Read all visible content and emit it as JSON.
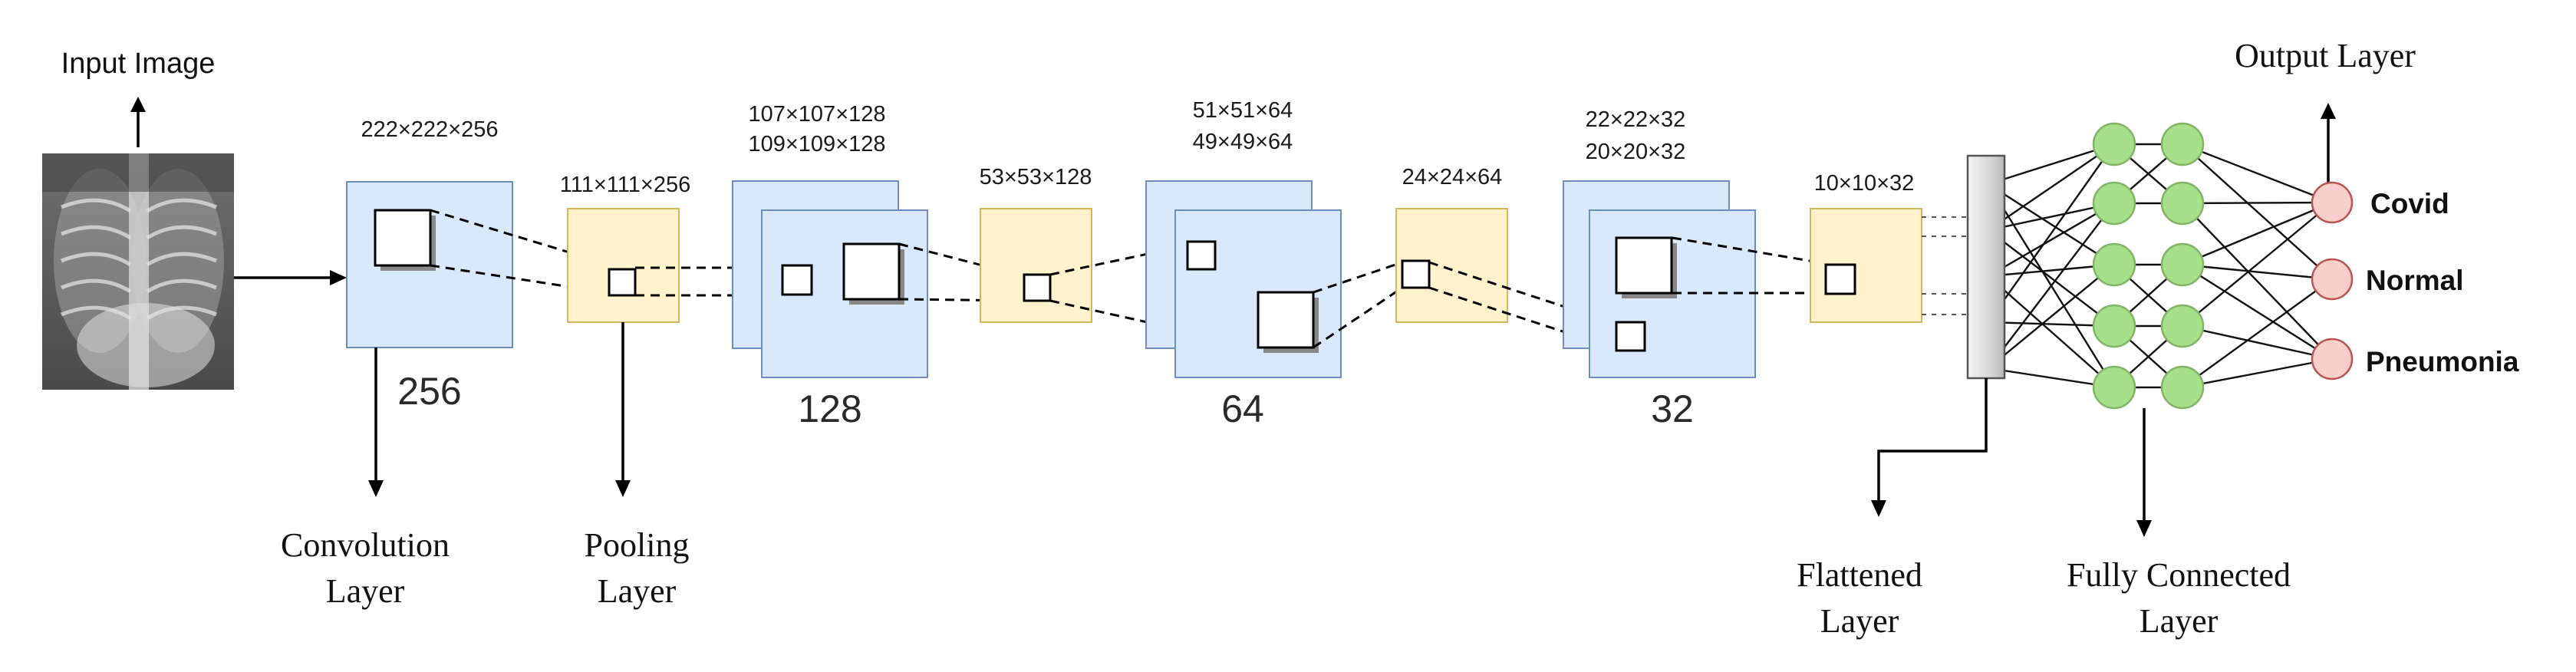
{
  "input": {
    "label": "Input Image",
    "image_icon": "chest-xray-icon"
  },
  "conv1": {
    "dims": "222×222×256",
    "depth": "256"
  },
  "pool1": {
    "dims": "111×111×256"
  },
  "conv2": {
    "dims_top": "107×107×128",
    "dims_bottom": "109×109×128",
    "depth": "128"
  },
  "pool2": {
    "dims": "53×53×128"
  },
  "conv3": {
    "dims_top": "51×51×64",
    "dims_bottom": "49×49×64",
    "depth": "64"
  },
  "pool3": {
    "dims": "24×24×64"
  },
  "conv4": {
    "dims_top": "22×22×32",
    "dims_bottom": "20×20×32",
    "depth": "32"
  },
  "pool4": {
    "dims": "10×10×32"
  },
  "annotations": {
    "conv_line1": "Convolution",
    "conv_line2": "Layer",
    "pool_line1": "Pooling",
    "pool_line2": "Layer",
    "flat_line1": "Flattened",
    "flat_line2": "Layer",
    "fc_line1": "Fully Connected",
    "fc_line2": "Layer",
    "output": "Output Layer"
  },
  "outputs": [
    "Covid",
    "Normal",
    "Pneumonia"
  ],
  "colors": {
    "conv_fill": "#dae8fc",
    "pool_fill": "#fff2cc",
    "hidden_node": "#a6e08a",
    "output_node": "#f8cecc"
  }
}
